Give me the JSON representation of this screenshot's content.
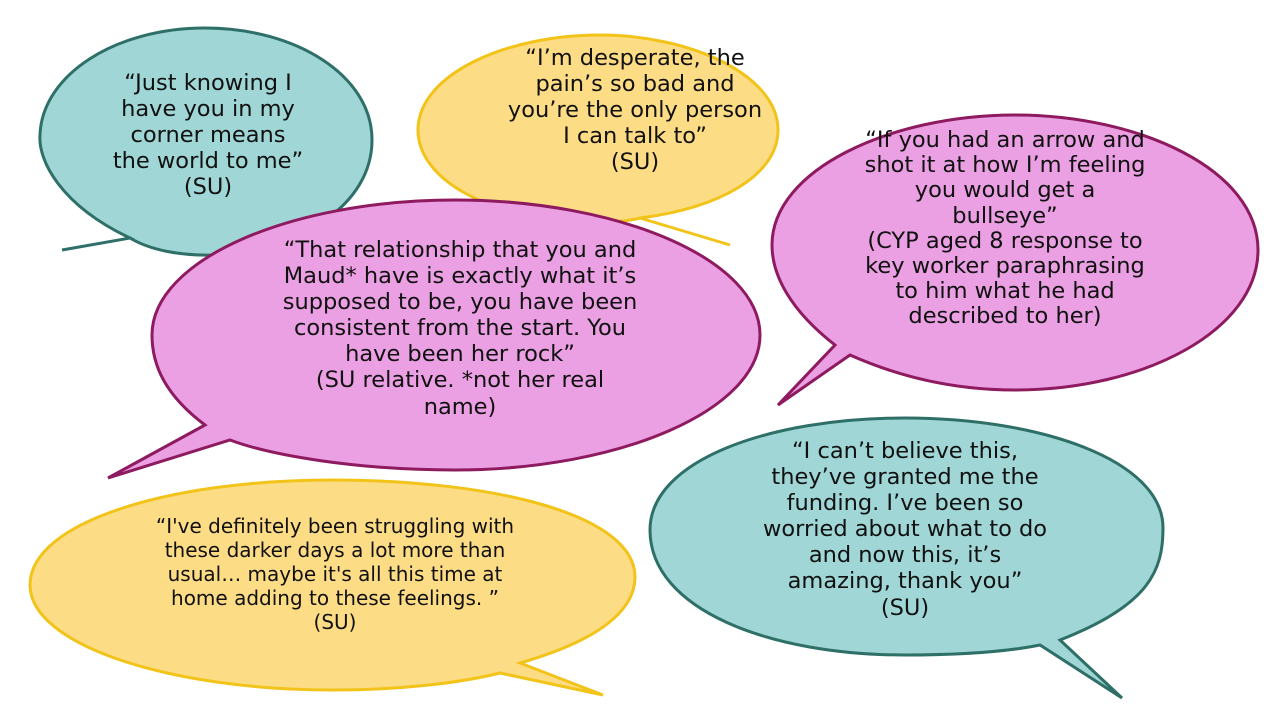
{
  "colors": {
    "teal_fill": "#a0d6d6",
    "teal_stroke": "#2e7068",
    "yellow_fill": "#fddc86",
    "yellow_stroke": "#f2c318",
    "pink_fill": "#eaa0e2",
    "pink_stroke": "#8e1a60"
  },
  "quotes": [
    {
      "id": "q1",
      "color": "teal",
      "text": "“Just knowing I\nhave you in my\ncorner means\nthe world to me”\n(SU)"
    },
    {
      "id": "q2",
      "color": "yellow",
      "text": "“I’m desperate, the\npain’s so bad and\nyou’re the only person\nI can talk to”\n(SU)"
    },
    {
      "id": "q3",
      "color": "pink",
      "text": "“If you had an arrow and\nshot it at how I’m feeling\nyou would get a\nbullseye”\n(CYP aged 8 response to\nkey worker paraphrasing\nto him what he had\ndescribed to her)"
    },
    {
      "id": "q4",
      "color": "pink",
      "text": "“That relationship that you and\nMaud* have is exactly what it’s\nsupposed to be, you have been\nconsistent from the start. You\nhave been her rock”\n(SU relative. *not her real\nname)"
    },
    {
      "id": "q5",
      "color": "yellow",
      "text": "“I've definitely been struggling with\nthese darker days a lot more than\nusual… maybe it's all this time at\nhome adding to these feelings. ”\n(SU)"
    },
    {
      "id": "q6",
      "color": "teal",
      "text": "“I can’t believe this,\nthey’ve granted me the\nfunding. I’ve been so\nworried about what to do\nand now this, it’s\namazing, thank you”\n(SU)"
    }
  ]
}
